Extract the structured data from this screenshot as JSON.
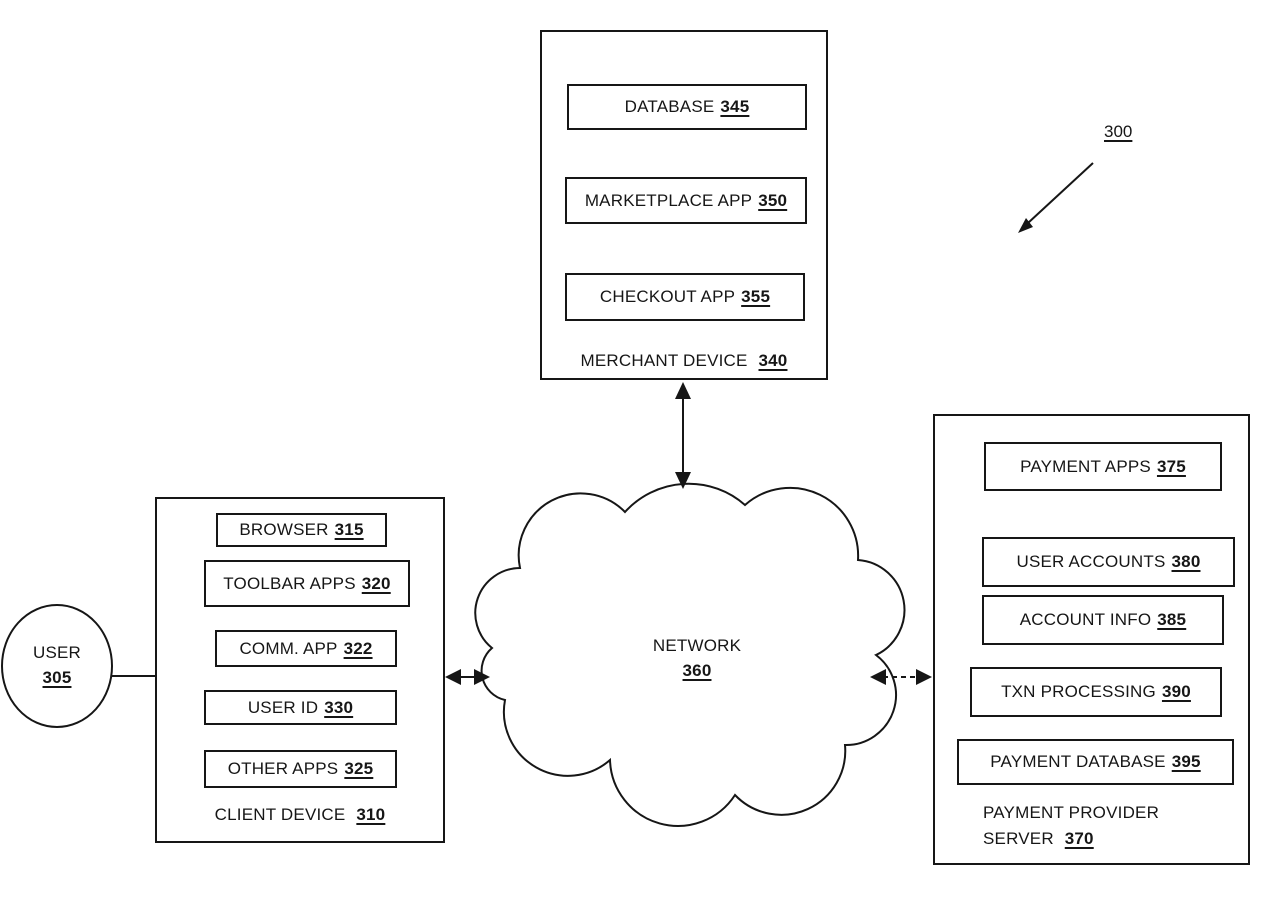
{
  "figure": {
    "reference": "300"
  },
  "user": {
    "label": "USER",
    "ref": "305"
  },
  "client_device": {
    "label": "CLIENT DEVICE",
    "ref": "310",
    "components": [
      {
        "label": "BROWSER",
        "ref": "315"
      },
      {
        "label": "TOOLBAR APPS",
        "ref": "320"
      },
      {
        "label": "COMM. APP",
        "ref": "322"
      },
      {
        "label": "USER ID",
        "ref": "330"
      },
      {
        "label": "OTHER APPS",
        "ref": "325"
      }
    ]
  },
  "merchant_device": {
    "label": "MERCHANT DEVICE",
    "ref": "340",
    "components": [
      {
        "label": "DATABASE",
        "ref": "345"
      },
      {
        "label": "MARKETPLACE APP",
        "ref": "350"
      },
      {
        "label": "CHECKOUT APP",
        "ref": "355"
      }
    ]
  },
  "network": {
    "label": "NETWORK",
    "ref": "360"
  },
  "payment_provider_server": {
    "label_line1": "PAYMENT PROVIDER",
    "label_line2": "SERVER",
    "ref": "370",
    "components": [
      {
        "label": "PAYMENT APPS",
        "ref": "375"
      },
      {
        "label": "USER ACCOUNTS",
        "ref": "380"
      },
      {
        "label": "ACCOUNT INFO",
        "ref": "385"
      },
      {
        "label": "TXN PROCESSING",
        "ref": "390"
      },
      {
        "label": "PAYMENT DATABASE",
        "ref": "395"
      }
    ]
  },
  "colors": {
    "ink": "#161616",
    "background": "#ffffff"
  }
}
